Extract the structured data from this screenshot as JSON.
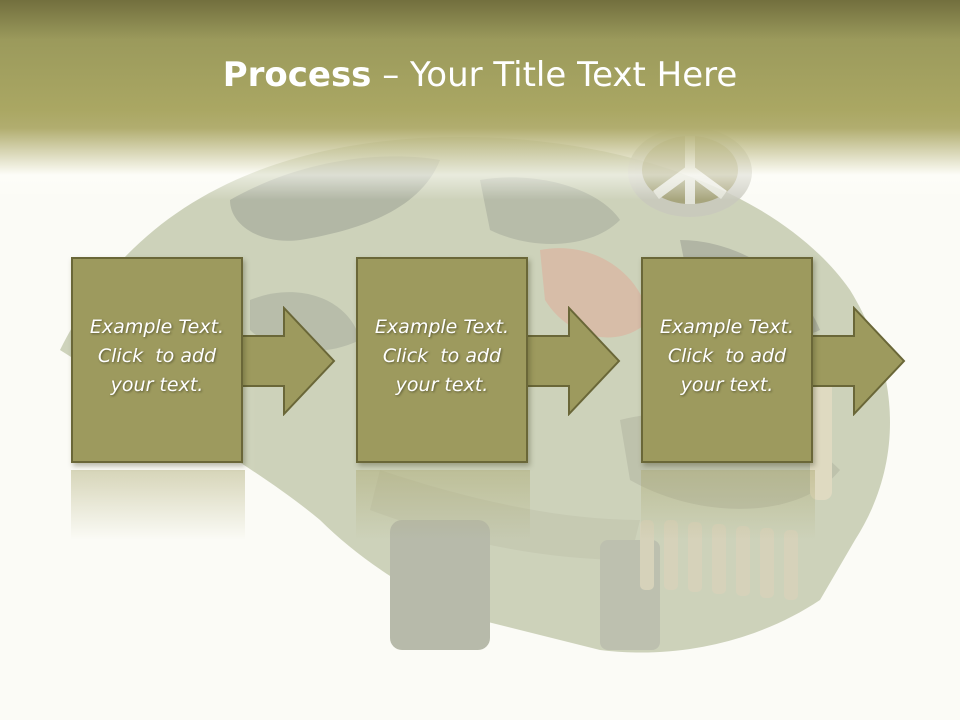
{
  "slide": {
    "title_bold": "Process",
    "title_rest": " – Your Title Text Here",
    "steps": [
      {
        "line1": "Example Text.",
        "line2": "Click  to add",
        "line3": "your text."
      },
      {
        "line1": "Example Text.",
        "line2": "Click  to add",
        "line3": "your text."
      },
      {
        "line1": "Example Text.",
        "line2": "Click  to add",
        "line3": "your text."
      }
    ]
  },
  "colors": {
    "header_dark": "#726f3e",
    "header_olive": "#aaa763",
    "box_fill": "#9d9a5e",
    "box_border": "#6a6738",
    "text": "#ffffff"
  },
  "icons": [
    "helmet-illustration",
    "peace-sign-icon",
    "arrow-right-icon"
  ]
}
